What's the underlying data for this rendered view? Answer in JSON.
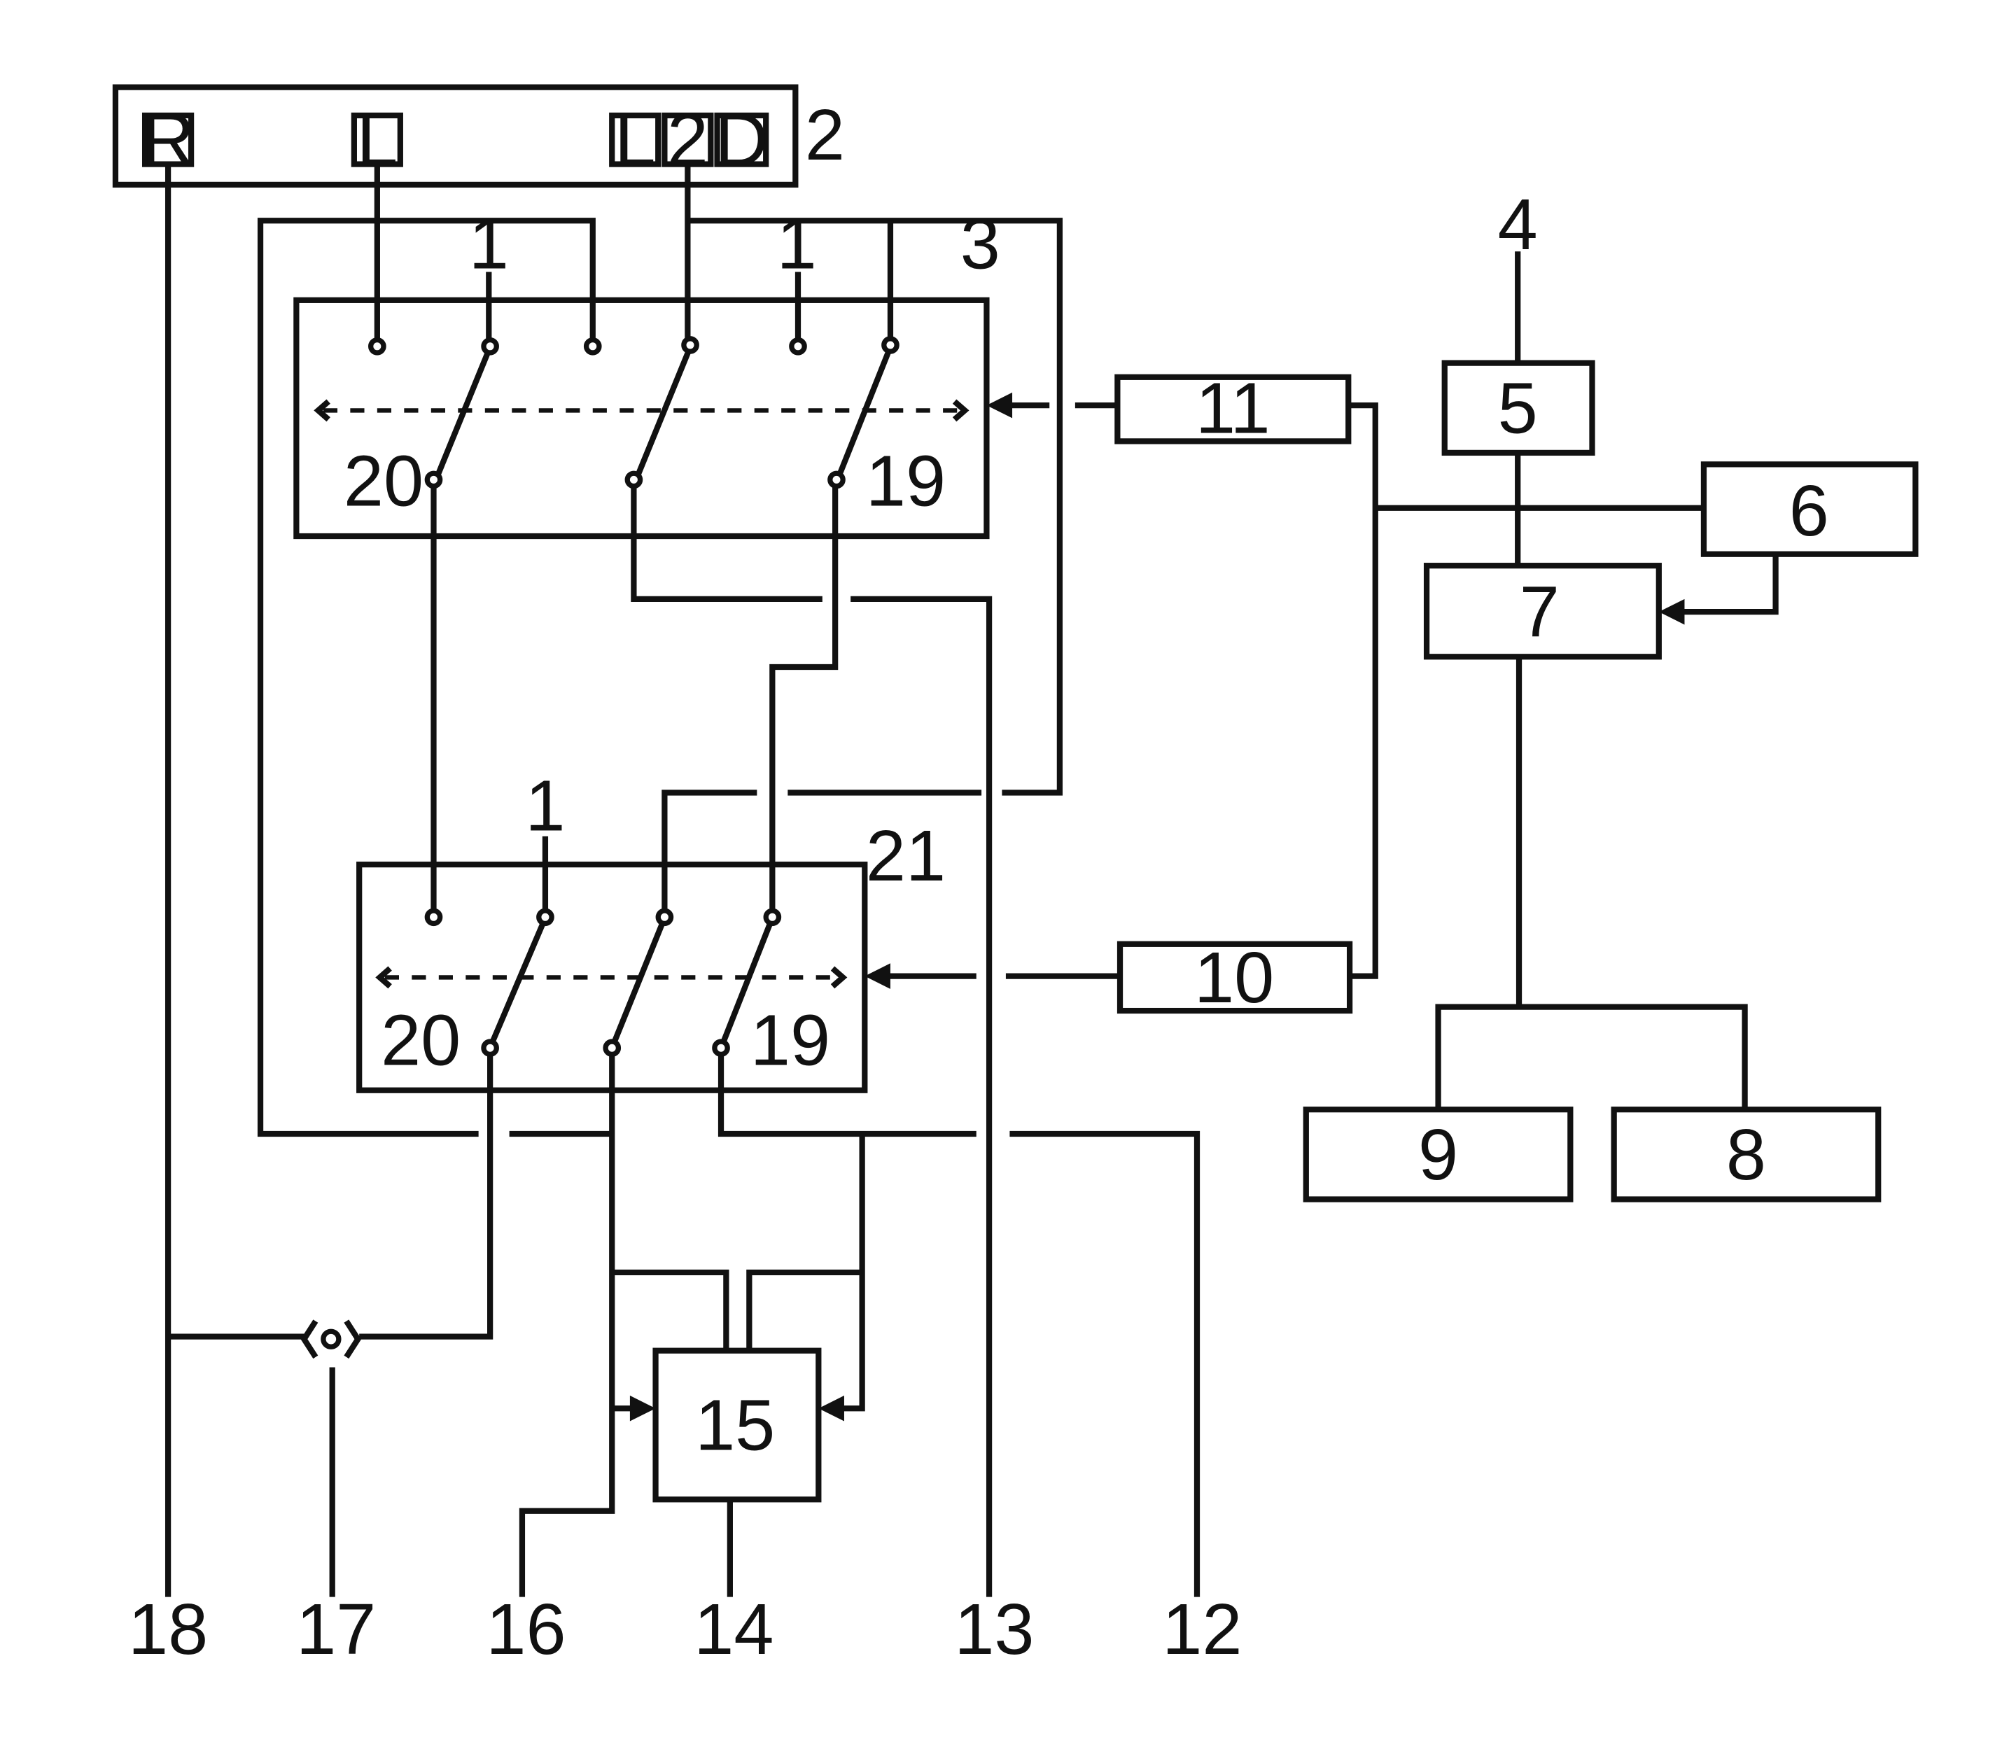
{
  "selector": {
    "ref": "2",
    "positions": [
      "R",
      "L",
      "L",
      "2",
      "D"
    ]
  },
  "labels": {
    "switch_group_upper": "3",
    "switch_group_lower": "21",
    "supply": "4",
    "contact_1": "1",
    "pole_20": "20",
    "pole_19": "19"
  },
  "blocks": {
    "b5": "5",
    "b6": "6",
    "b7": "7",
    "b8": "8",
    "b9": "9",
    "b10": "10",
    "b11": "11",
    "b15": "15"
  },
  "outputs": [
    "18",
    "17",
    "16",
    "14",
    "13",
    "12"
  ],
  "colors": {
    "line": "#111111",
    "background": "#ffffff"
  }
}
